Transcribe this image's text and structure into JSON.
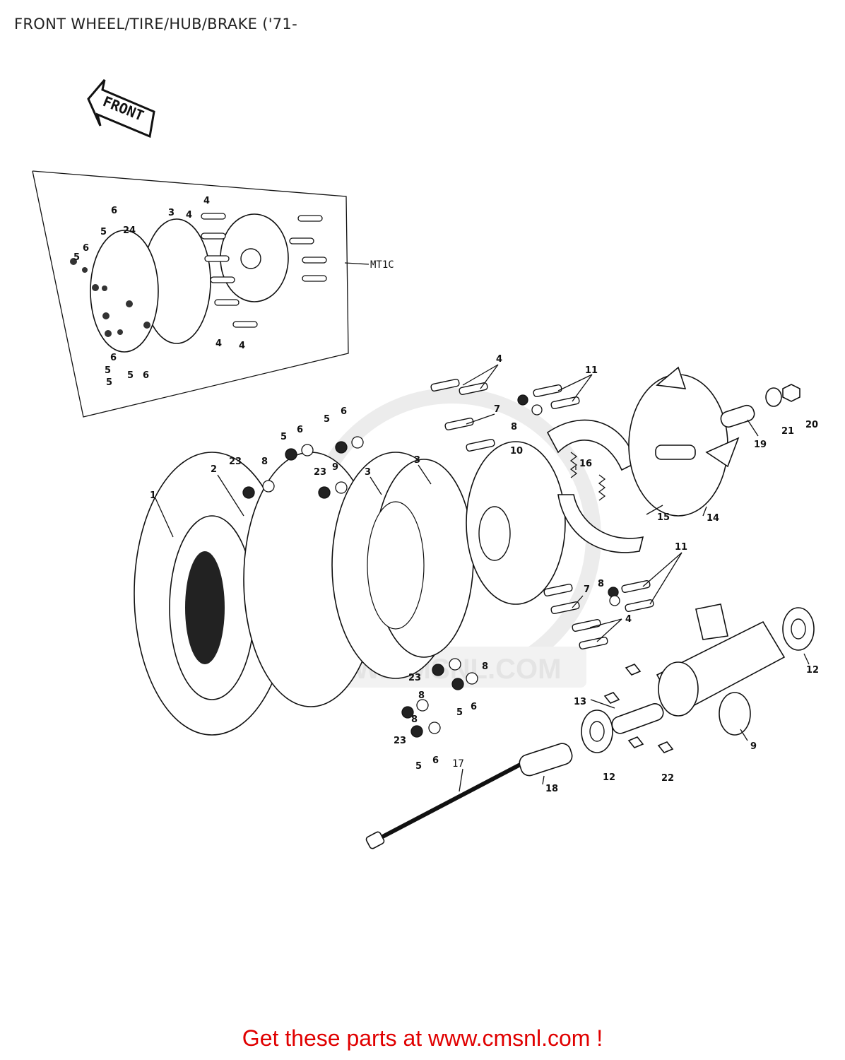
{
  "title": "FRONT WHEEL/TIRE/HUB/BRAKE ('71-",
  "footer_link": "Get these parts at www.cmsnl.com !",
  "watermark": "WWW.CMSNL.COM",
  "direction_badge": "FRONT",
  "inset_label": "MT1C",
  "callouts": {
    "p1": "1",
    "p2": "2",
    "p3a": "3",
    "p3b": "3",
    "p3c": "3",
    "p4a": "4",
    "p4b": "4",
    "p4c": "4",
    "p4d": "4",
    "p4e": "4",
    "p4f": "4",
    "p5a": "5",
    "p5b": "5",
    "p5c": "5",
    "p5d": "5",
    "p5e": "5",
    "p5f": "5",
    "p5g": "5",
    "p5h": "5",
    "p5i": "5",
    "p6a": "6",
    "p6b": "6",
    "p6c": "6",
    "p6d": "6",
    "p6e": "6",
    "p6f": "6",
    "p6g": "6",
    "p6h": "6",
    "p7a": "7",
    "p7b": "7",
    "p8a": "8",
    "p8b": "8",
    "p8c": "8",
    "p8d": "8",
    "p8e": "8",
    "p8f": "8",
    "p9a": "9",
    "p9b": "9",
    "p10": "10",
    "p11a": "11",
    "p11b": "11",
    "p12a": "12",
    "p12b": "12",
    "p13": "13",
    "p14": "14",
    "p15": "15",
    "p16": "16",
    "p17": "17",
    "p18": "18",
    "p19": "19",
    "p20": "20",
    "p21": "21",
    "p22": "22",
    "p23a": "23",
    "p23b": "23",
    "p23c": "23",
    "p23d": "23",
    "p24": "24"
  },
  "colors": {
    "footer": "#e00000",
    "watermark": "#e4e4e4",
    "ink": "#111111"
  }
}
